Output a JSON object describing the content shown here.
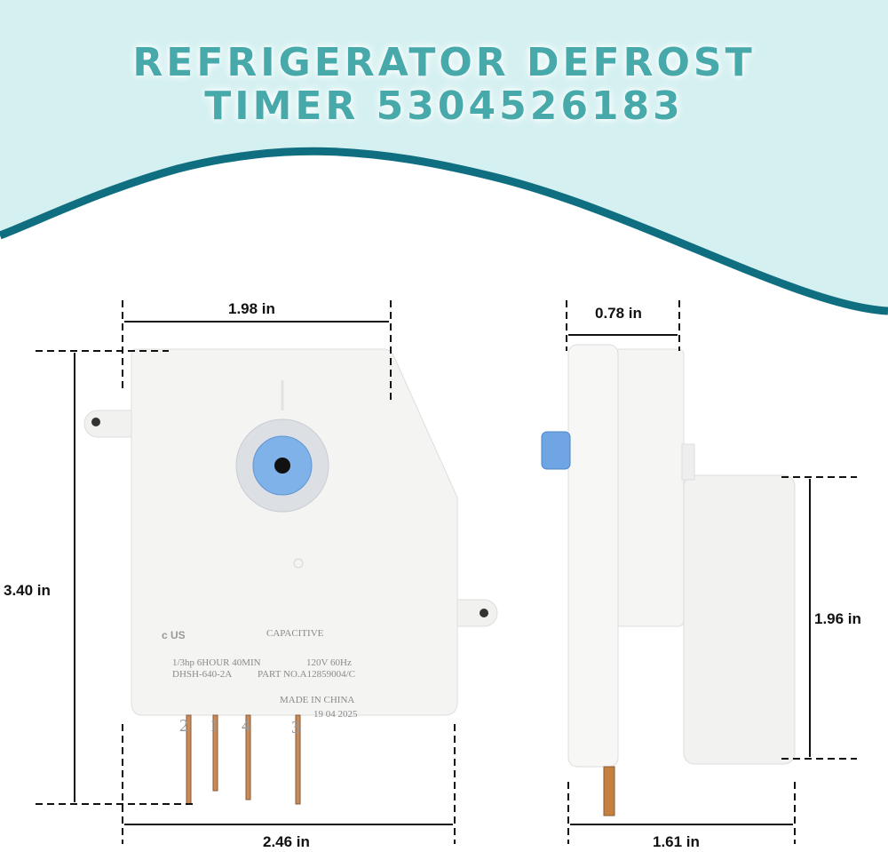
{
  "title": {
    "line1": "REFRIGERATOR DEFROST",
    "line2": "TIMER 5304526183"
  },
  "colors": {
    "background_top": "#d4f0f1",
    "wave": "#0f6e80",
    "title": "#47a9aa",
    "knob_blue": "#7fb2e8"
  },
  "dimensions": {
    "front_width": "1.98 in",
    "front_height": "3.40 in",
    "front_bottom_width": "2.46 in",
    "side_depth": "0.78 in",
    "side_motor_height": "1.96 in",
    "side_total_depth": "1.61 in"
  },
  "label": {
    "cert": "c US",
    "type": "CAPACITIVE",
    "spec1": "1/3hp  6HOUR 40MIN",
    "spec2": "120V  60Hz",
    "model": "DHSH-640-2A",
    "part": "PART NO.A12859004/C",
    "origin": "MADE IN CHINA",
    "date": "19 04 2025",
    "pins": [
      "2",
      "1",
      "4",
      "3"
    ]
  }
}
